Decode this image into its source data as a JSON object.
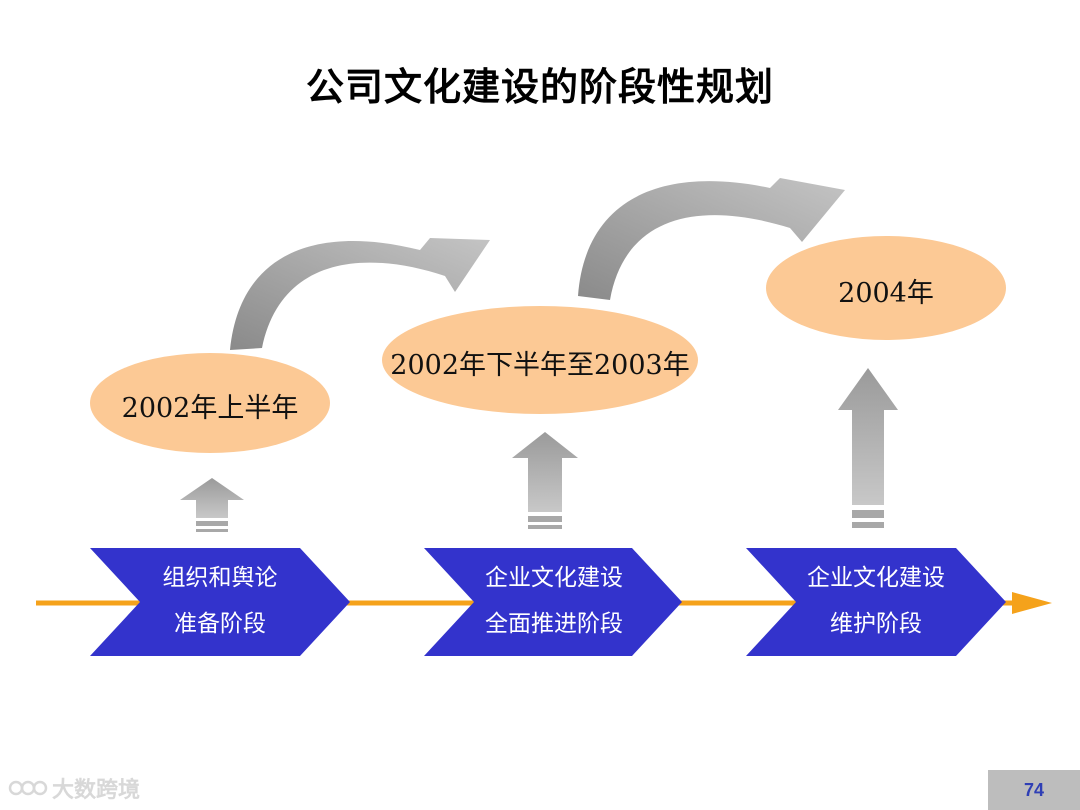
{
  "title": "公司文化建设的阶段性规划",
  "stages": [
    {
      "time": "2002年上半年",
      "line1": "组织和舆论",
      "line2": "准备阶段"
    },
    {
      "time": "2002年下半年至2003年",
      "line1": "企业文化建设",
      "line2": "全面推进阶段"
    },
    {
      "time": "2004年",
      "line1": "企业文化建设",
      "line2": "维护阶段"
    }
  ],
  "page_number": "74",
  "watermark": "大数跨境",
  "colors": {
    "chevron": "#3333cc",
    "ellipse": "#fcc995",
    "timeline": "#f5a21b",
    "arrow_gray": "#a8a8a8"
  }
}
